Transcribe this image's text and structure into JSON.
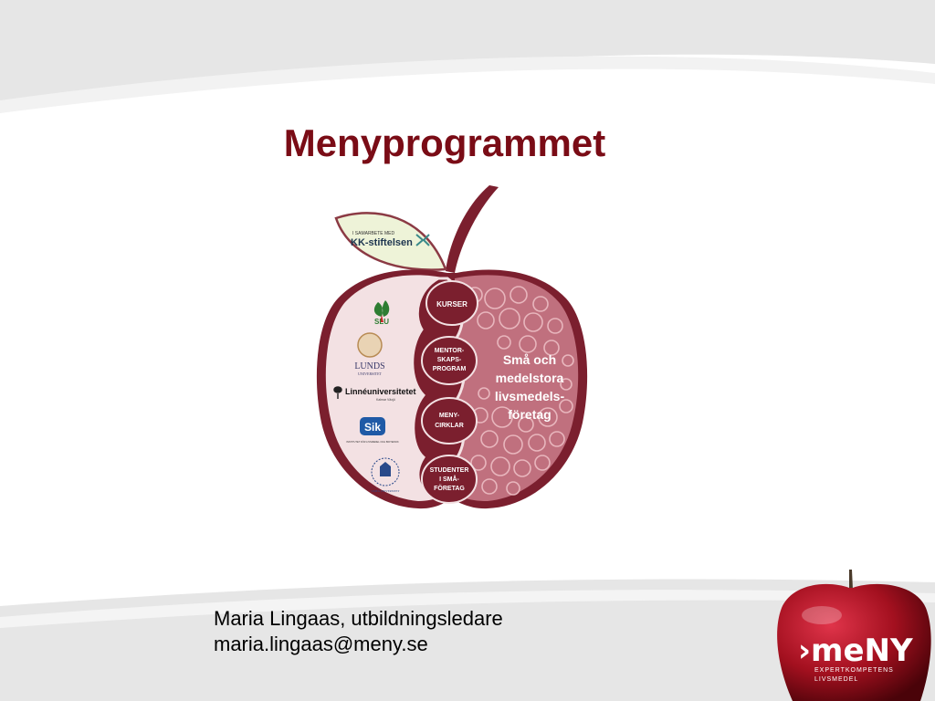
{
  "slide": {
    "title": "Menyprogrammet"
  },
  "diagram": {
    "leaf": {
      "small_text": "I SAMARBETE MED",
      "org": "KK-stiftelsen"
    },
    "partners": [
      {
        "name": "SLU",
        "icon": "slu-logo-icon"
      },
      {
        "name": "LUNDS",
        "sub": "UNIVERSITET",
        "icon": "lund-university-seal-icon"
      },
      {
        "name": "Linnéuniversitetet",
        "sub": "Kalmar Växjö",
        "icon": "linnaeus-tree-icon"
      },
      {
        "name": "Sik",
        "sub": "INSTITUTET FÖR LIVSMEDEL OCH BIOTEKNIK",
        "icon": "sik-logo-icon"
      },
      {
        "name": "UMEÅ UNIVERSITET",
        "icon": "umea-university-seal-icon"
      }
    ],
    "programs": [
      {
        "lines": [
          "KURSER"
        ]
      },
      {
        "lines": [
          "MENTOR-",
          "SKAPS-",
          "PROGRAM"
        ]
      },
      {
        "lines": [
          "MENY-",
          "CIRKLAR"
        ]
      },
      {
        "lines": [
          "STUDENTER",
          "I SMÅ-",
          "FÖRETAG"
        ]
      }
    ],
    "target": {
      "lines": [
        "Små och",
        "medelstora",
        "livsmedels-",
        "företag"
      ]
    }
  },
  "contact": {
    "name_line": "Maria Lingaas, utbildningsledare",
    "email": "maria.lingaas@meny.se"
  },
  "brand_logo": {
    "wordmark": "meNY",
    "tagline_1": "EXPERTKOMPETENS",
    "tagline_2": "LIVSMEDEL"
  },
  "colors": {
    "title": "#7a0c16",
    "apple_dark": "#7b1f2e",
    "apple_mid": "#c0707e",
    "apple_light": "#f3e1e3",
    "leaf": "#eef3d8",
    "swoosh": "#e6e6e6"
  }
}
